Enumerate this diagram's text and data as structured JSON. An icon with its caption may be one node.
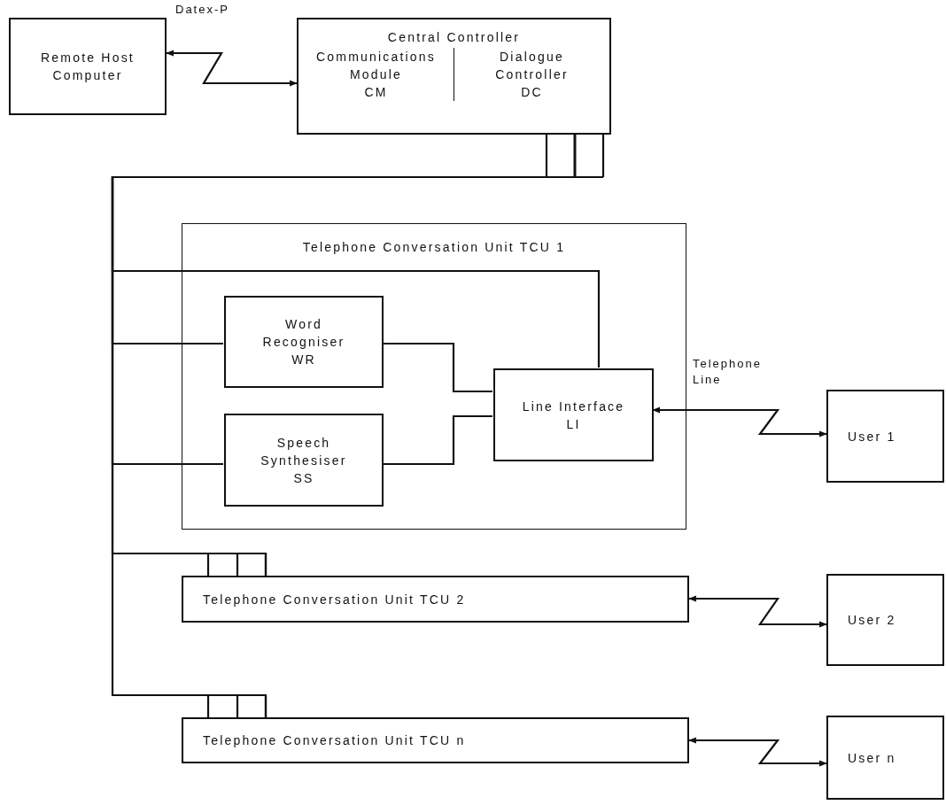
{
  "diagram": {
    "nodes": [
      {
        "text": [
          "Remote Host Computer"
        ]
      },
      {
        "text": [
          "Central Controller",
          "Communications Module",
          "CM",
          "Dialogue Controller",
          "DC"
        ]
      },
      {
        "text": [
          "Telephone Conversation Unit TCU 1"
        ]
      },
      {
        "text": [
          "Word Recogniser",
          "WR"
        ],
        "in": 2
      },
      {
        "text": [
          "Speech Synthesiser",
          "SS"
        ],
        "in": 2
      },
      {
        "text": [
          "Line Interface",
          "LI"
        ],
        "in": 2
      },
      {
        "text": [
          "User 1"
        ]
      },
      {
        "text": [
          "Telephone Conversation Unit TCU 2"
        ]
      },
      {
        "text": [
          "User 2"
        ]
      },
      {
        "text": [
          "Telephone Conversation Unit TCU n"
        ]
      },
      {
        "text": [
          "User n"
        ]
      }
    ],
    "edges": [
      {
        "from": 0,
        "to": 1,
        "arrow": "both",
        "label": "Datex-P"
      },
      {
        "from": 1,
        "to": 3,
        "arrow": "none"
      },
      {
        "from": 1,
        "to": 4,
        "arrow": "none"
      },
      {
        "from": 1,
        "to": 5,
        "arrow": "none"
      },
      {
        "from": 1,
        "to": 7,
        "arrow": "none"
      },
      {
        "from": 1,
        "to": 9,
        "arrow": "none"
      },
      {
        "from": 3,
        "to": 5,
        "arrow": "none"
      },
      {
        "from": 4,
        "to": 5,
        "arrow": "none"
      },
      {
        "from": 5,
        "to": 6,
        "arrow": "both",
        "label": "Telephone Line"
      },
      {
        "from": 7,
        "to": 8,
        "arrow": "both"
      },
      {
        "from": 9,
        "to": 10,
        "arrow": "both"
      }
    ]
  }
}
